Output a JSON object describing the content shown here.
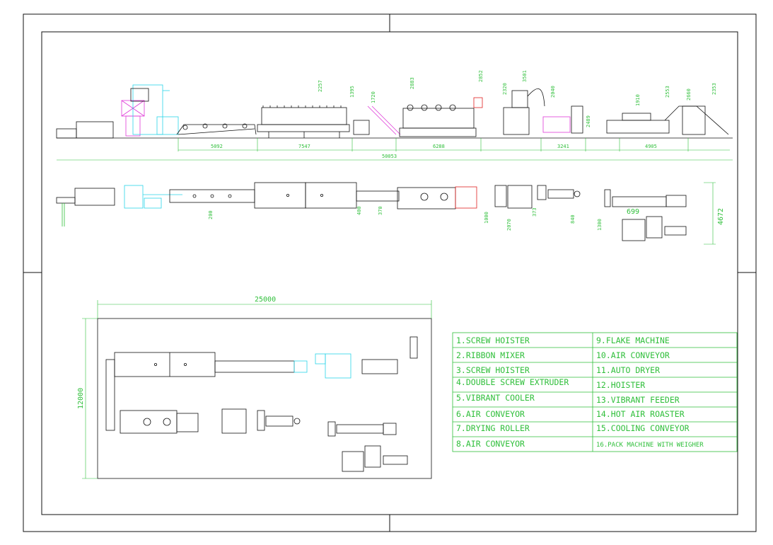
{
  "colors": {
    "line": "#111111",
    "dimension": "#2fbf3a",
    "hoister_magenta": "#e03ad8",
    "conveyor_cyan": "#2ad4e8",
    "roaster_red": "#e02020"
  },
  "elevation": {
    "part_dims": [
      "2257",
      "1395",
      "1720",
      "2883",
      "2852",
      "2320",
      "3501",
      "2040",
      "2489",
      "1910",
      "2553",
      "2660",
      "2353"
    ],
    "span_dims": [
      "5092",
      "7547",
      "6288",
      "3241",
      "4905"
    ],
    "total": "50053"
  },
  "plan": {
    "dims": [
      "200",
      "400",
      "370",
      "1000",
      "2070",
      "373",
      "840",
      "1300",
      "699",
      "4672"
    ]
  },
  "layout": {
    "width_label": "25000",
    "height_label": "12000"
  },
  "legend": {
    "items": [
      "1.SCREW HOISTER",
      "2.RIBBON MIXER",
      "3.SCREW HOISTER",
      "4.DOUBLE SCREW EXTRUDER",
      "5.VIBRANT COOLER",
      "6.AIR CONVEYOR",
      "7.DRYING ROLLER",
      "8.AIR CONVEYOR",
      "9.FLAKE MACHINE",
      "10.AIR CONVEYOR",
      "11.AUTO DRYER",
      "12.HOISTER",
      "13.VIBRANT FEEDER",
      "14.HOT AIR ROASTER",
      "15.COOLING CONVEYOR",
      "16.PACK MACHINE WITH WEIGHER"
    ]
  }
}
